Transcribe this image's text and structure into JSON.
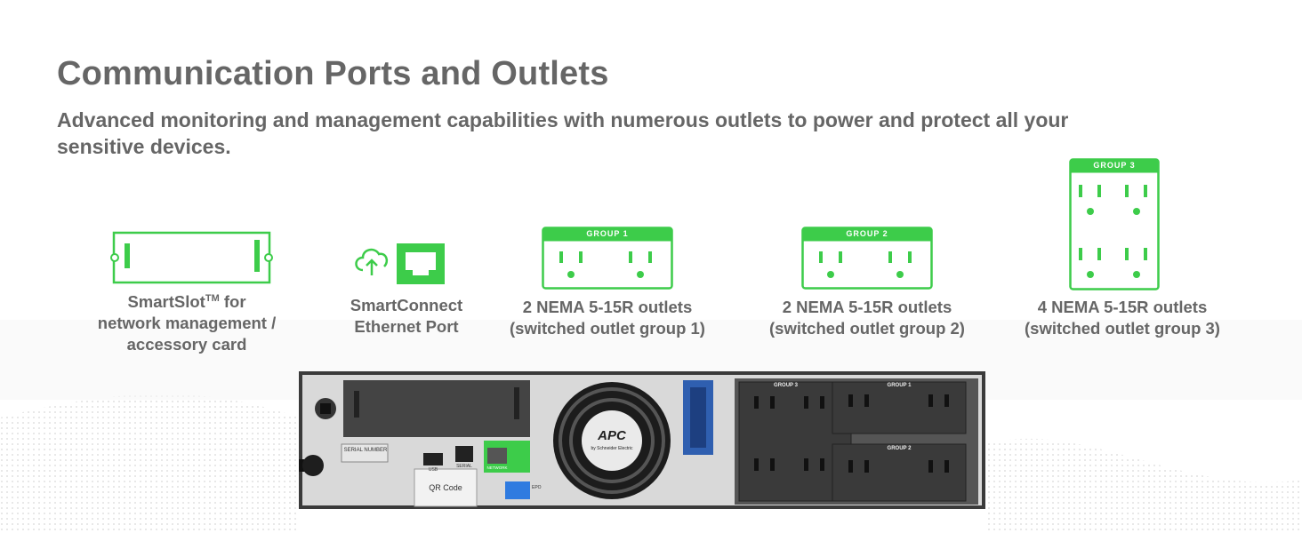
{
  "header": {
    "title": "Communication Ports and Outlets",
    "subtitle": "Advanced monitoring and management capabilities with numerous outlets to power and protect all your sensitive devices."
  },
  "features": [
    {
      "id": "smartslot",
      "line1": "SmartSlot",
      "tm": "TM",
      "line1_rest": " for",
      "line2": "network management /",
      "line3": "accessory card"
    },
    {
      "id": "smartconnect",
      "line1": "SmartConnect",
      "line2": "Ethernet Port"
    },
    {
      "id": "group1",
      "badge": "GROUP 1",
      "line1": "2 NEMA 5-15R outlets",
      "line2": "(switched outlet group 1)"
    },
    {
      "id": "group2",
      "badge": "GROUP 2",
      "line1": "2 NEMA 5-15R outlets",
      "line2": "(switched outlet group 2)"
    },
    {
      "id": "group3",
      "badge": "GROUP 3",
      "line1": "4 NEMA 5-15R outlets",
      "line2": "(switched outlet group 3)"
    }
  ],
  "device": {
    "brand": "APC",
    "brand_sub": "by Schneider Electric",
    "serial_label": "SERIAL NUMBER",
    "qr_label": "QR Code",
    "usb_label": "USB",
    "serial_port_label": "SERIAL",
    "network_label": "NETWORK",
    "epo_label": "EPO",
    "outlet_group3": "GROUP 3",
    "outlet_group1": "GROUP 1",
    "outlet_group2": "GROUP 2"
  },
  "colors": {
    "accent": "#3dcc4a",
    "text": "#666666",
    "device_body": "#3a3a3a",
    "panel": "#e8e8e8"
  }
}
